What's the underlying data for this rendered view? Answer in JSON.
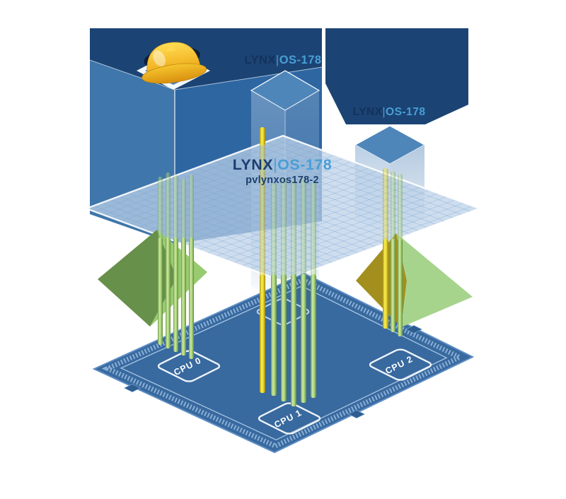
{
  "diagram": {
    "logos": [
      {
        "brand": "LYNX",
        "sep": "|",
        "product": "OS-178"
      },
      {
        "brand": "LYNX",
        "sep": "|",
        "product": "OS-178"
      }
    ],
    "hypervisor": {
      "brand": "LYNX",
      "sep": "|",
      "product": "OS-178",
      "instance": "pvlynxos178-2"
    },
    "cpus": [
      "CPU 0",
      "CPU 1",
      "CPU 2"
    ],
    "icons": {
      "hard_hat": "hard-hat-icon"
    },
    "colors": {
      "navy": "#1b4474",
      "cube_left_face": "#3f76ab",
      "cube_right_face": "#2e66a2",
      "cube_top": "#4e86ba",
      "mesh_fill": "#bcd1e8",
      "mesh_grid": "#76a2cf",
      "chip": "#38699f",
      "chip_border": "#8fb4da",
      "pillar_green": "#8fbf63",
      "pillar_yellow": "#f0df35",
      "diamond_dark_green": "#67904a",
      "diamond_light_green": "#98ca70",
      "diamond_olive": "#a38f1e",
      "brand_text": "#1c3f6e",
      "product_text": "#4a9ed7",
      "cpu_label_text": "#ffffff"
    }
  }
}
